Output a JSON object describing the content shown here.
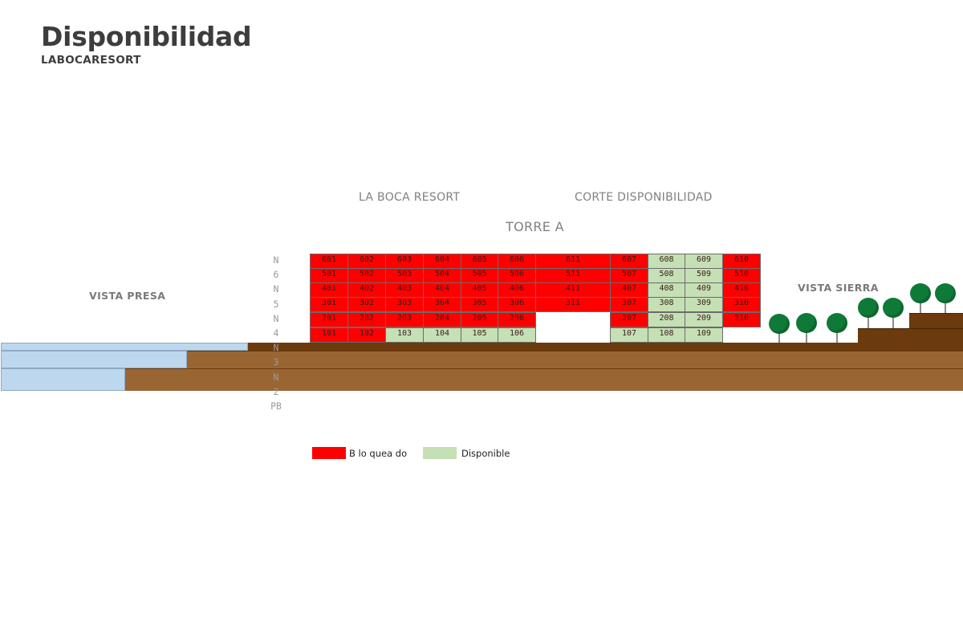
{
  "header": {
    "title": "Disponibilidad",
    "subtitle": "LABOCARESORT"
  },
  "diagram": {
    "project": "LA BOCA RESORT",
    "section": "CORTE DISPONIBILIDAD",
    "tower": "TORRE A",
    "view_left": "VISTA PRESA",
    "view_right": "VISTA SIERRA",
    "levels": [
      "N",
      "6",
      "N",
      "5",
      "N",
      "4",
      "N",
      "3",
      "N",
      "2",
      "PB"
    ],
    "colors": {
      "blocked": "#ff0000",
      "available": "#c5e0b4",
      "ground": "#996633",
      "ground_dark": "#6b3a0d",
      "water": "#bdd7ee",
      "tree": "#0f7a37"
    },
    "floors": [
      {
        "level": "6",
        "units": [
          {
            "id": "601",
            "status": "blocked"
          },
          {
            "id": "602",
            "status": "blocked"
          },
          {
            "id": "603",
            "status": "blocked"
          },
          {
            "id": "604",
            "status": "blocked"
          },
          {
            "id": "605",
            "status": "blocked"
          },
          {
            "id": "606",
            "status": "blocked"
          },
          {
            "id": "611",
            "status": "blocked"
          },
          {
            "id": "607",
            "status": "blocked"
          },
          {
            "id": "608",
            "status": "available"
          },
          {
            "id": "609",
            "status": "available"
          },
          {
            "id": "610",
            "status": "blocked"
          }
        ]
      },
      {
        "level": "5",
        "units": [
          {
            "id": "501",
            "status": "blocked"
          },
          {
            "id": "502",
            "status": "blocked"
          },
          {
            "id": "503",
            "status": "blocked"
          },
          {
            "id": "504",
            "status": "blocked"
          },
          {
            "id": "505",
            "status": "blocked"
          },
          {
            "id": "506",
            "status": "blocked"
          },
          {
            "id": "511",
            "status": "blocked"
          },
          {
            "id": "507",
            "status": "blocked"
          },
          {
            "id": "508",
            "status": "available"
          },
          {
            "id": "509",
            "status": "available"
          },
          {
            "id": "510",
            "status": "blocked"
          }
        ]
      },
      {
        "level": "4",
        "units": [
          {
            "id": "401",
            "status": "blocked"
          },
          {
            "id": "402",
            "status": "blocked"
          },
          {
            "id": "403",
            "status": "blocked"
          },
          {
            "id": "404",
            "status": "blocked"
          },
          {
            "id": "405",
            "status": "blocked"
          },
          {
            "id": "406",
            "status": "blocked"
          },
          {
            "id": "411",
            "status": "blocked"
          },
          {
            "id": "407",
            "status": "blocked"
          },
          {
            "id": "408",
            "status": "available"
          },
          {
            "id": "409",
            "status": "available"
          },
          {
            "id": "410",
            "status": "blocked"
          }
        ]
      },
      {
        "level": "3",
        "units": [
          {
            "id": "301",
            "status": "blocked"
          },
          {
            "id": "302",
            "status": "blocked"
          },
          {
            "id": "303",
            "status": "blocked"
          },
          {
            "id": "304",
            "status": "blocked"
          },
          {
            "id": "305",
            "status": "blocked"
          },
          {
            "id": "306",
            "status": "blocked"
          },
          {
            "id": "311",
            "status": "blocked"
          },
          {
            "id": "307",
            "status": "blocked"
          },
          {
            "id": "308",
            "status": "available"
          },
          {
            "id": "309",
            "status": "available"
          },
          {
            "id": "310",
            "status": "blocked"
          }
        ]
      },
      {
        "level": "2",
        "units": [
          {
            "id": "201",
            "status": "blocked"
          },
          {
            "id": "202",
            "status": "blocked"
          },
          {
            "id": "203",
            "status": "blocked"
          },
          {
            "id": "204",
            "status": "blocked"
          },
          {
            "id": "205",
            "status": "blocked"
          },
          {
            "id": "206",
            "status": "blocked"
          },
          {
            "id": "207",
            "status": "blocked"
          },
          {
            "id": "208",
            "status": "available"
          },
          {
            "id": "209",
            "status": "available"
          },
          {
            "id": "210",
            "status": "blocked"
          }
        ]
      },
      {
        "level": "1",
        "units": [
          {
            "id": "101",
            "status": "blocked"
          },
          {
            "id": "102",
            "status": "blocked"
          },
          {
            "id": "103",
            "status": "available"
          },
          {
            "id": "104",
            "status": "available"
          },
          {
            "id": "105",
            "status": "available"
          },
          {
            "id": "106",
            "status": "available"
          },
          {
            "id": "107",
            "status": "available"
          },
          {
            "id": "108",
            "status": "available"
          },
          {
            "id": "109",
            "status": "available"
          }
        ]
      }
    ]
  },
  "legend": {
    "blocked_label": "B lo quea do",
    "available_label": "Disponible"
  }
}
